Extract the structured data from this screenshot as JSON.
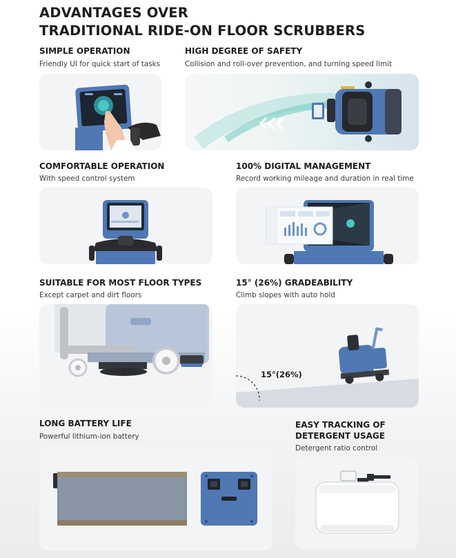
{
  "title": {
    "line1": "ADVANTAGES OVER",
    "line2": "TRADITIONAL RIDE-ON FLOOR SCRUBBERS"
  },
  "features": {
    "simple_operation": {
      "title": "SIMPLE OPERATION",
      "subtitle": "Friendly UI for quick start of tasks"
    },
    "safety": {
      "title": "HIGH DEGREE OF SAFETY",
      "subtitle": "Collision and roll-over prevention, and turning speed limit"
    },
    "comfortable": {
      "title": "COMFORTABLE OPERATION",
      "subtitle": "With speed control system"
    },
    "digital": {
      "title": "100% DIGITAL MANAGEMENT",
      "subtitle": "Record working mileage and duration in real time"
    },
    "floor_types": {
      "title": "SUITABLE FOR MOST FLOOR TYPES",
      "subtitle": "Except carpet and dirt floors"
    },
    "gradeability": {
      "title": "15° (26%) GRADEABILITY",
      "subtitle": "Climb slopes with auto hold",
      "slope_label": "15°(26%)"
    },
    "battery": {
      "title": "LONG BATTERY LIFE",
      "subtitle": "Powerful lithium-ion battery"
    },
    "detergent": {
      "title_line1": "EASY TRACKING OF",
      "title_line2": "DETERGENT USAGE",
      "subtitle": "Detergent ratio control"
    }
  },
  "colors": {
    "brand_blue": "#4f78b4",
    "card_bg": "#f3f4f5",
    "text_dark": "#1d1d1f",
    "teal_accent": "#3fc7c0"
  },
  "icons": [
    "touch-screen-icon",
    "scrubber-top-view-icon",
    "steering-console-icon",
    "dashboard-monitor-icon",
    "scrub-deck-icon",
    "ride-on-scrubber-icon",
    "battery-pack-icon",
    "detergent-tank-icon"
  ]
}
